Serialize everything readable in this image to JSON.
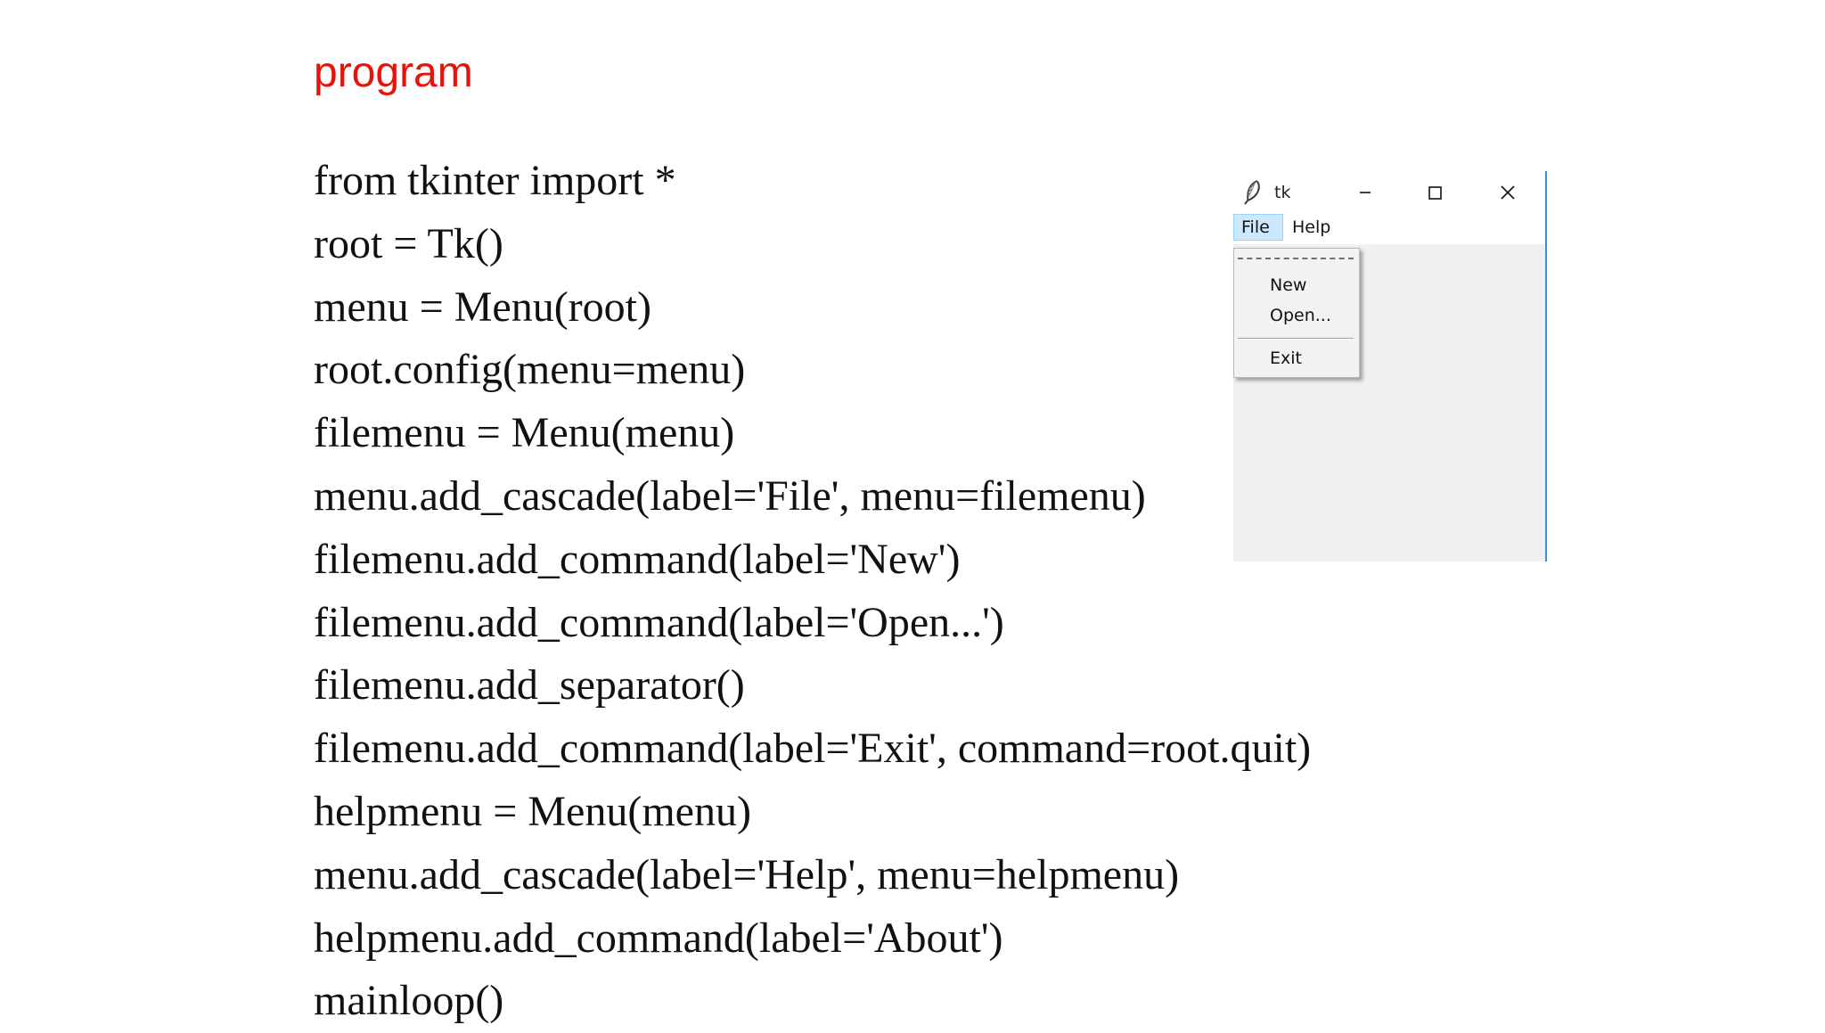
{
  "slide": {
    "title": "program",
    "title_color": "#e8120c"
  },
  "code": {
    "lines": [
      "from tkinter import *",
      "root = Tk()",
      "menu = Menu(root)",
      "root.config(menu=menu)",
      "filemenu = Menu(menu)",
      "menu.add_cascade(label='File', menu=filemenu)",
      "filemenu.add_command(label='New')",
      "filemenu.add_command(label='Open...')",
      "filemenu.add_separator()",
      "filemenu.add_command(label='Exit', command=root.quit)",
      "helpmenu = Menu(menu)",
      "menu.add_cascade(label='Help', menu=helpmenu)",
      "helpmenu.add_command(label='About')",
      "mainloop()"
    ]
  },
  "tk_window": {
    "title": "tk",
    "icon": "feather-icon",
    "controls": [
      "minimize-icon",
      "maximize-icon",
      "close-icon"
    ],
    "menubar": {
      "items": [
        {
          "label": "File",
          "state": "open"
        },
        {
          "label": "Help",
          "state": "normal"
        }
      ]
    },
    "file_menu": {
      "tearoff": true,
      "items": [
        {
          "label": "New"
        },
        {
          "label": "Open..."
        },
        {
          "label": "Exit"
        }
      ]
    },
    "accent_border_color": "#3b8fd6",
    "menu_highlight_color": "#cce8ff",
    "client_bg_color": "#f0f0f0"
  }
}
